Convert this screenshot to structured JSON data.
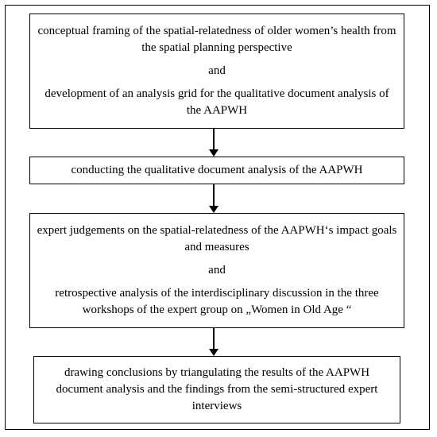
{
  "steps": [
    {
      "line1": "conceptual framing of the spatial-relatedness of older women’s health from the spatial planning perspective",
      "connector": "and",
      "line2": "development of an analysis grid for the qualitative document analysis of the AAPWH"
    },
    {
      "line1": "conducting the qualitative document analysis of the AAPWH"
    },
    {
      "line1": "expert judgements on the spatial-relatedness of the AAPWH‘s impact goals and measures",
      "connector": "and",
      "line2": "retrospective analysis of the interdisciplinary discussion in the three workshops of the expert group on „Women in Old Age “"
    },
    {
      "line1": "drawing conclusions by triangulating the results of the AAPWH document analysis and the findings from the semi-structured expert interviews"
    }
  ]
}
